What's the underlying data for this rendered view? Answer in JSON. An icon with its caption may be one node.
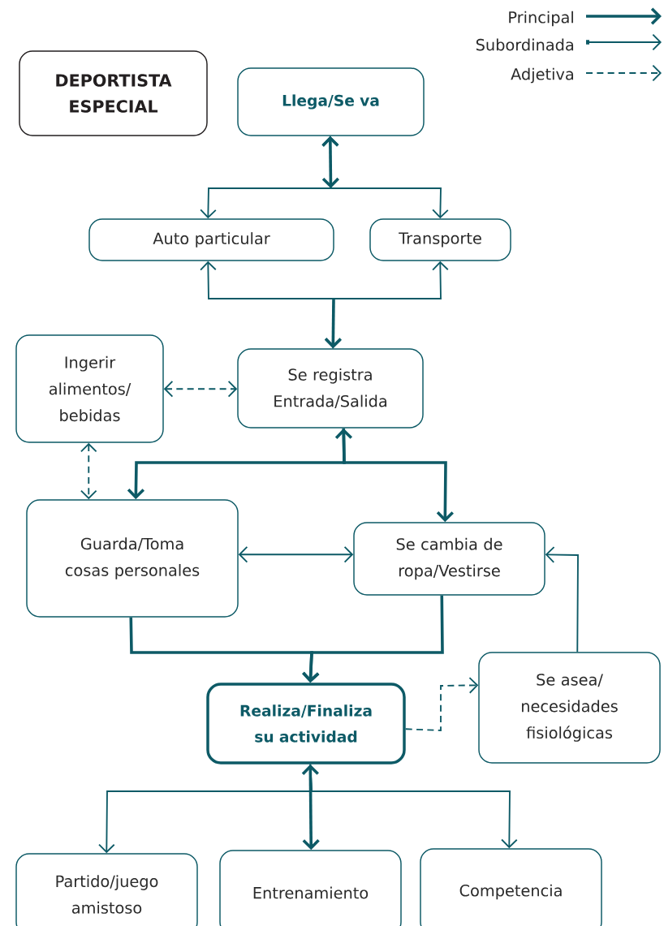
{
  "diagram": {
    "nodes": [
      {
        "text": [
          "DEPORTISTA ESPECIAL"
        ]
      },
      {
        "text": [
          "Llega/Se va"
        ]
      },
      {
        "text": [
          "Auto particular"
        ]
      },
      {
        "text": [
          "Transporte"
        ]
      },
      {
        "text": [
          "Ingerir alimentos/ bebidas"
        ]
      },
      {
        "text": [
          "Se registra Entrada/Salida"
        ]
      },
      {
        "text": [
          "Guarda/Toma cosas personales"
        ]
      },
      {
        "text": [
          "Se cambia de ropa/Vestirse"
        ]
      },
      {
        "text": [
          "Realiza/Finaliza su actividad"
        ]
      },
      {
        "text": [
          "Se asea/ necesidades fisiológicas"
        ]
      },
      {
        "text": [
          "Partido/juego amistoso"
        ]
      },
      {
        "text": [
          "Entrenamiento"
        ]
      },
      {
        "text": [
          "Competencia"
        ]
      }
    ],
    "edges": [
      {
        "from": 1,
        "to": 2,
        "arrow": "both"
      },
      {
        "from": 1,
        "to": 3,
        "arrow": "to"
      },
      {
        "from": 5,
        "to": 2,
        "arrow": "both"
      },
      {
        "from": 5,
        "to": 3,
        "arrow": "to"
      },
      {
        "from": 4,
        "to": 5,
        "arrow": "both",
        "style": "dashed"
      },
      {
        "from": 5,
        "to": 6,
        "arrow": "both",
        "style": "thick"
      },
      {
        "from": 5,
        "to": 7,
        "arrow": "to",
        "style": "thick"
      },
      {
        "from": 4,
        "to": 6,
        "arrow": "both",
        "style": "dashed"
      },
      {
        "from": 6,
        "to": 7,
        "arrow": "both"
      },
      {
        "from": 6,
        "to": 8,
        "arrow": "to",
        "style": "thick"
      },
      {
        "from": 7,
        "to": 8,
        "arrow": "to",
        "style": "thick"
      },
      {
        "from": 8,
        "to": 9,
        "arrow": "to",
        "style": "dashed"
      },
      {
        "from": 9,
        "to": 7,
        "arrow": "to"
      },
      {
        "from": 8,
        "to": 10,
        "arrow": "to"
      },
      {
        "from": 8,
        "to": 11,
        "arrow": "both",
        "style": "thick"
      },
      {
        "from": 8,
        "to": 12,
        "arrow": "to"
      }
    ],
    "legend": [
      {
        "text": "Principal"
      },
      {
        "text": "Subordinada"
      },
      {
        "text": "Adjetiva"
      }
    ]
  }
}
